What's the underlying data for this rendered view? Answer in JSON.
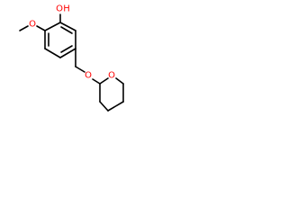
{
  "structure": {
    "atoms": {
      "hydroxyl_o": {
        "label": "O",
        "color": "#ff0000"
      },
      "hydroxyl_h": {
        "label": "H",
        "color": "#ff0000"
      },
      "methoxy_o": {
        "label": "O",
        "color": "#ff0000"
      },
      "ether_o": {
        "label": "O",
        "color": "#ff0000"
      },
      "ring_o": {
        "label": "O",
        "color": "#ff0000"
      }
    },
    "bond_color": "#000000"
  }
}
